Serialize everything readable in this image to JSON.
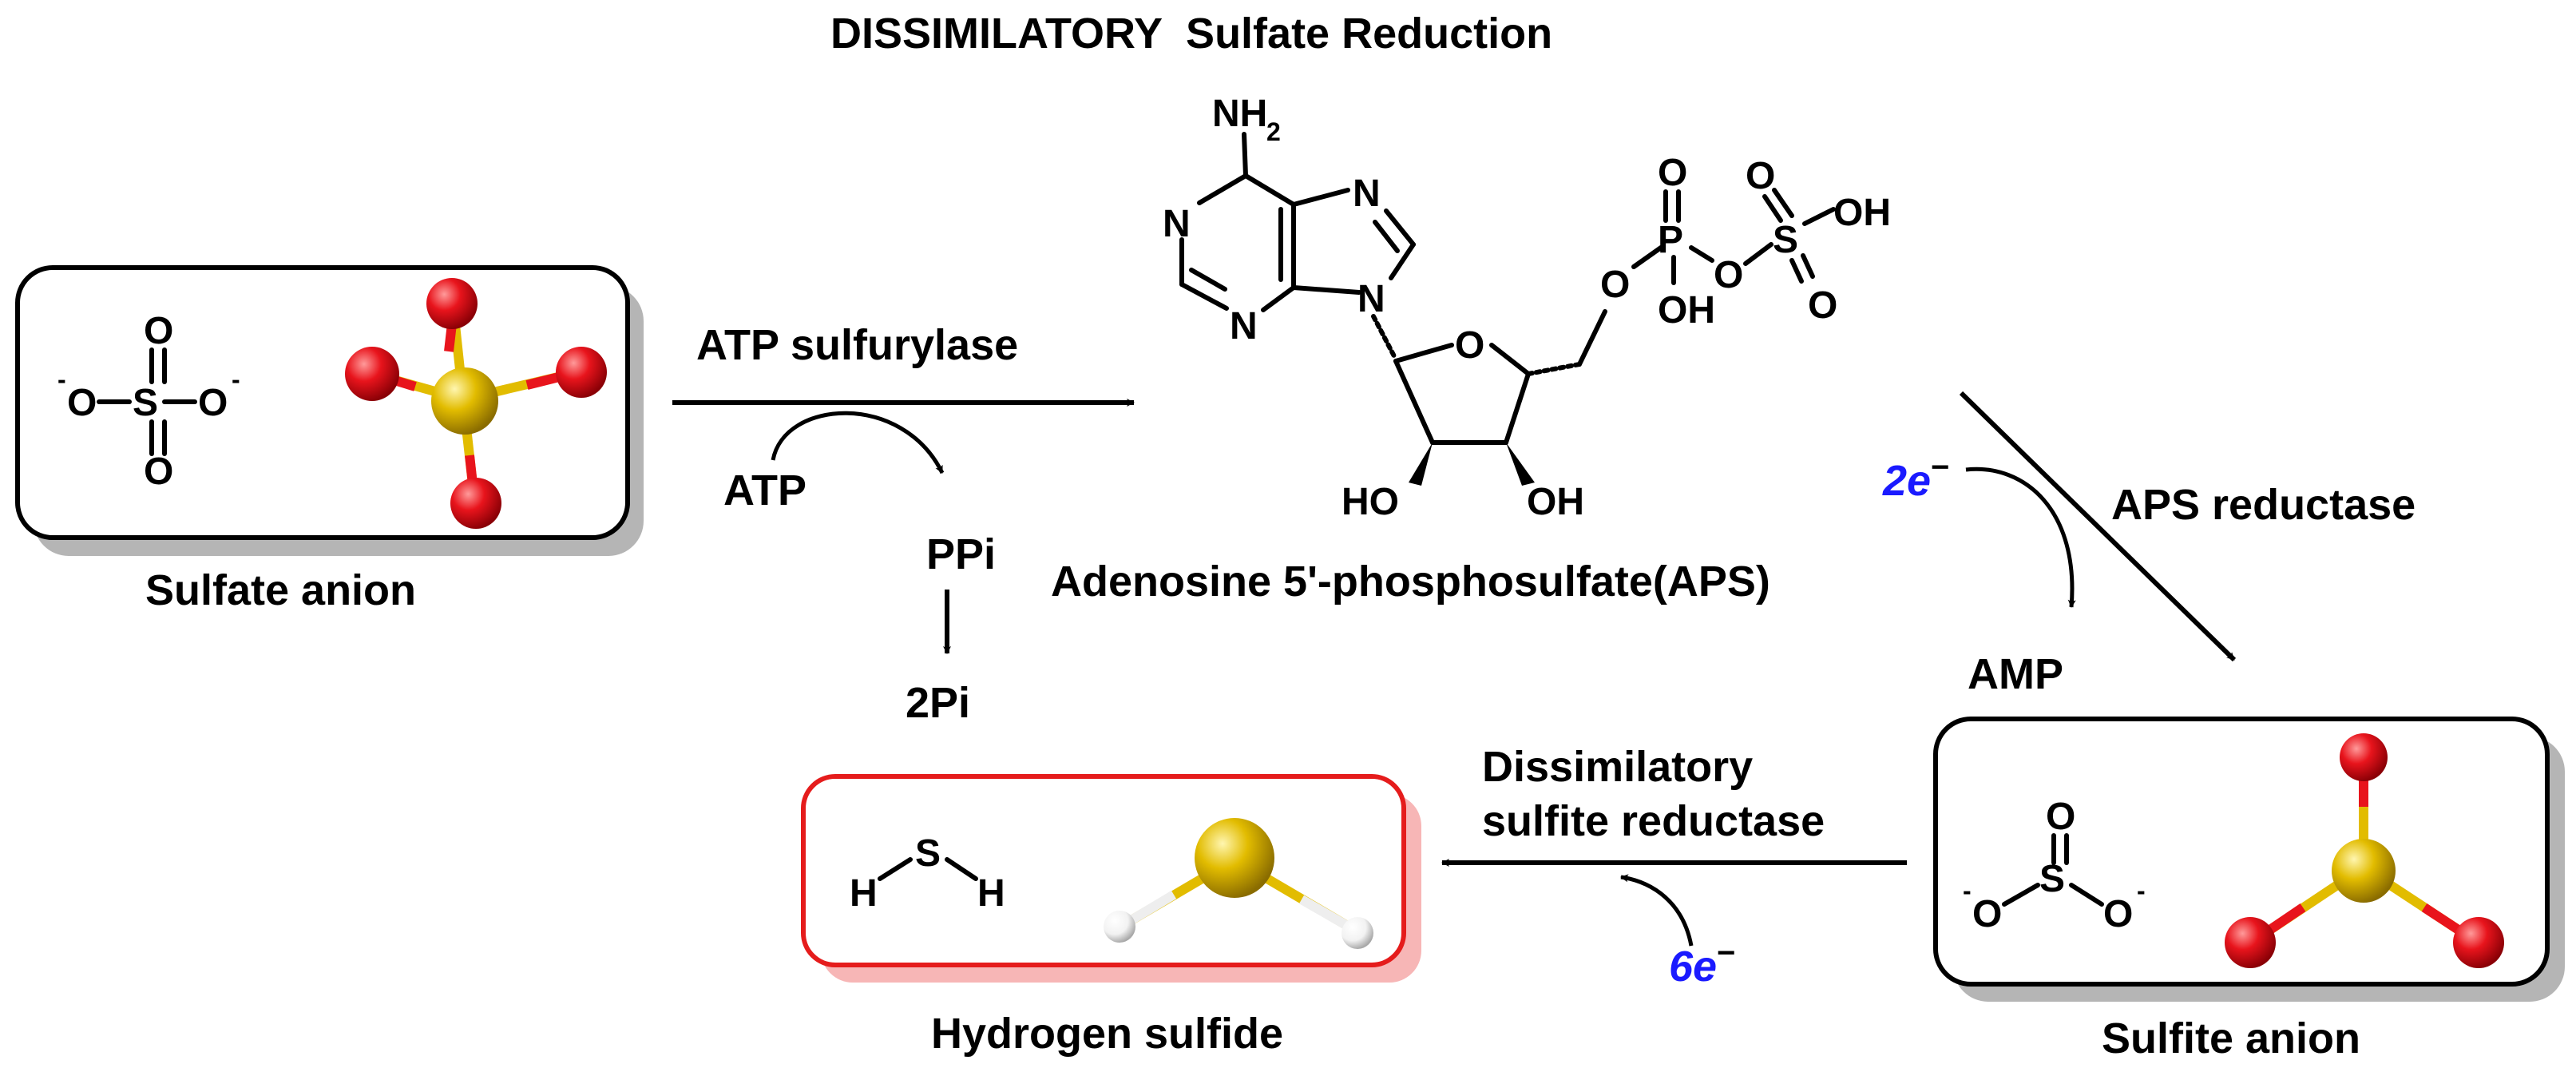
{
  "title": "DISSIMILATORY  Sulfate Reduction",
  "sulfate": {
    "label": "Sulfate anion",
    "o_top": "O",
    "o_bottom": "O",
    "o_left": "O",
    "o_right": "O",
    "s": "S",
    "charge_left": "-",
    "charge_right": "-"
  },
  "step1": {
    "enzyme": "ATP sulfurylase",
    "cofactor_in": "ATP",
    "cofactor_out": "PPi",
    "product2": "2Pi"
  },
  "aps": {
    "label": "Adenosine 5'-phosphosulfate(APS)",
    "nh2": "NH",
    "nh2_sub": "2",
    "n1": "N",
    "n3": "N",
    "n7": "N",
    "n9": "N",
    "ring_o": "O",
    "ho_left": "HO",
    "oh_right": "OH",
    "o_link": "O",
    "p": "P",
    "p_o": "O",
    "p_oh": "OH",
    "p_os": "O",
    "s": "S",
    "s_o_top": "O",
    "s_o_bottom": "O",
    "s_oh": "OH"
  },
  "step2": {
    "enzyme": "APS reductase",
    "electrons": "2e",
    "electrons_sup": "−",
    "byproduct": "AMP"
  },
  "sulfite": {
    "label": "Sulfite anion",
    "o_top": "O",
    "o_left": "O",
    "o_right": "O",
    "s": "S",
    "charge_left": "-",
    "charge_right": "-"
  },
  "step3": {
    "enzyme_line1": "Dissimilatory",
    "enzyme_line2": "sulfite reductase",
    "electrons": "6e",
    "electrons_sup": "−"
  },
  "h2s": {
    "label": "Hydrogen sulfide",
    "s": "S",
    "h_left": "H",
    "h_right": "H"
  },
  "colors": {
    "oxygen": "#e8141c",
    "sulfur": "#e2bc00",
    "hydrogen": "#f4f4f4",
    "electron": "#1a1aff",
    "h2s_border": "#e51c1c",
    "h2s_shadow": "#f7b6b6",
    "box_shadow": "#b5b5b5"
  }
}
